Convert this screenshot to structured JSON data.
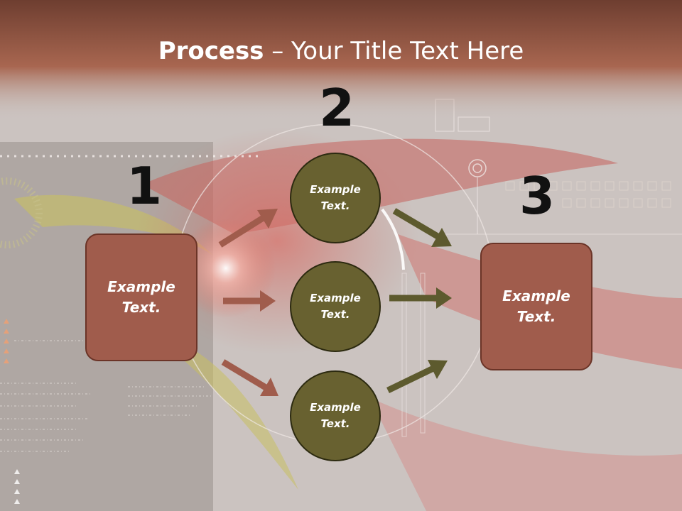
{
  "title": {
    "bold": "Process",
    "rest": " – Your Title Text Here"
  },
  "steps": {
    "one": "1",
    "two": "2",
    "three": "3"
  },
  "left_box": {
    "text": "Example\nText."
  },
  "circles": [
    {
      "text": "Example\nText."
    },
    {
      "text": "Example\nText."
    },
    {
      "text": "Example\nText."
    }
  ],
  "right_box": {
    "text": "Example\nText."
  },
  "colors": {
    "header": "#7a4535",
    "box_fill": "#a05c4c",
    "box_border": "#6b3427",
    "circle_fill": "#686130",
    "circle_border": "#2c2a10",
    "arrow_left": "#a05c4c",
    "arrow_right": "#5d5a2e"
  }
}
